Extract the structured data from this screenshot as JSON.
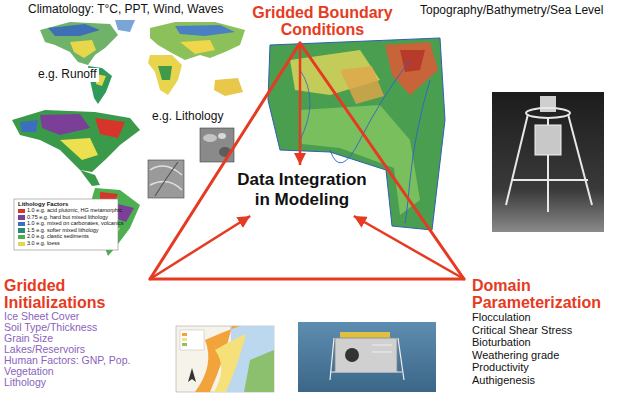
{
  "diagram": {
    "nodes": [
      {
        "text": [
          "Gridded Boundary Conditions"
        ]
      },
      {
        "text": [
          "Data Integration in Modeling"
        ]
      },
      {
        "text": [
          "Gridded Initializations",
          "Ice Sheet Cover",
          "Soil Type/Thickness",
          "Grain Size",
          "Lakes/Reservoirs",
          "Human Factors: GNP, Pop.",
          "Vegetation",
          "Lithology"
        ]
      },
      {
        "text": [
          "Domain Parameterization",
          "Flocculation",
          "Critical Shear Stress",
          "Bioturbation",
          "Weathering grade",
          "Productivity",
          "Authigenesis"
        ]
      }
    ],
    "edges": [
      {
        "from": 0,
        "to": 1,
        "arrow": "to"
      },
      {
        "from": 2,
        "to": 1,
        "arrow": "to"
      },
      {
        "from": 3,
        "to": 1,
        "arrow": "to"
      },
      {
        "from": 0,
        "to": 2,
        "arrow": "none"
      },
      {
        "from": 0,
        "to": 3,
        "arrow": "none"
      },
      {
        "from": 2,
        "to": 3,
        "arrow": "none"
      }
    ],
    "labels": [
      "Climatology: T°C, PPT, Wind, Waves",
      "e.g. Runoff",
      "Topography/Bathymetry/Sea Level",
      "e.g. Lithology",
      "Lithology Factors"
    ],
    "legend": [
      {
        "text": "1.0 e.g. acid plutonic, HG metamorphic",
        "color": "#d7342a"
      },
      {
        "text": "0.75 e.g. hard but mixed lithology",
        "color": "#7b3f98"
      },
      {
        "text": "1.0 e.g. mixed on carbonates, volcanics",
        "color": "#3d6fc0"
      },
      {
        "text": "1.5 e.g. softer mixed lithology",
        "color": "#2c8a7a"
      },
      {
        "text": "2.0 e.g. clastic sediments",
        "color": "#4caf50"
      },
      {
        "text": "3.0 e.g. loess",
        "color": "#e6d84a"
      }
    ]
  }
}
